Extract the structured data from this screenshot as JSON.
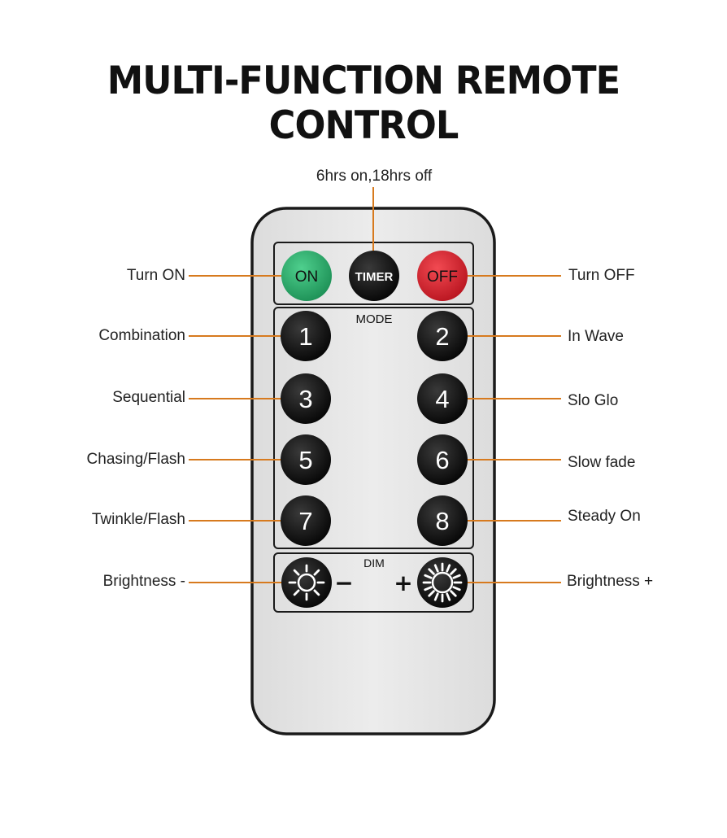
{
  "title": "MULTI-FUNCTION REMOTE CONTROL",
  "remote": {
    "top_buttons": {
      "on": "ON",
      "timer": "TIMER",
      "off": "OFF"
    },
    "mode_label": "MODE",
    "mode_buttons": [
      "1",
      "2",
      "3",
      "4",
      "5",
      "6",
      "7",
      "8"
    ],
    "dim_label": "DIM",
    "minus_sign": "−",
    "plus_sign": "+"
  },
  "annotations": {
    "timer": "6hrs on,18hrs off",
    "turn_on": "Turn ON",
    "turn_off": "Turn OFF",
    "mode": [
      "Combination",
      "In Wave",
      "Sequential",
      "Slo Glo",
      "Chasing/Flash",
      "Slow fade",
      "Twinkle/Flash",
      "Steady On"
    ],
    "brightness_minus": "Brightness -",
    "brightness_plus": "Brightness +"
  },
  "colors": {
    "on_button": "#2aa66a",
    "off_button": "#d9202c",
    "black_button": "#111111",
    "remote_body": "#e8e8e8",
    "leader_line": "#d77a1e"
  },
  "icons": {
    "brightness_minus": "sun-small-icon",
    "brightness_plus": "sun-large-icon"
  }
}
